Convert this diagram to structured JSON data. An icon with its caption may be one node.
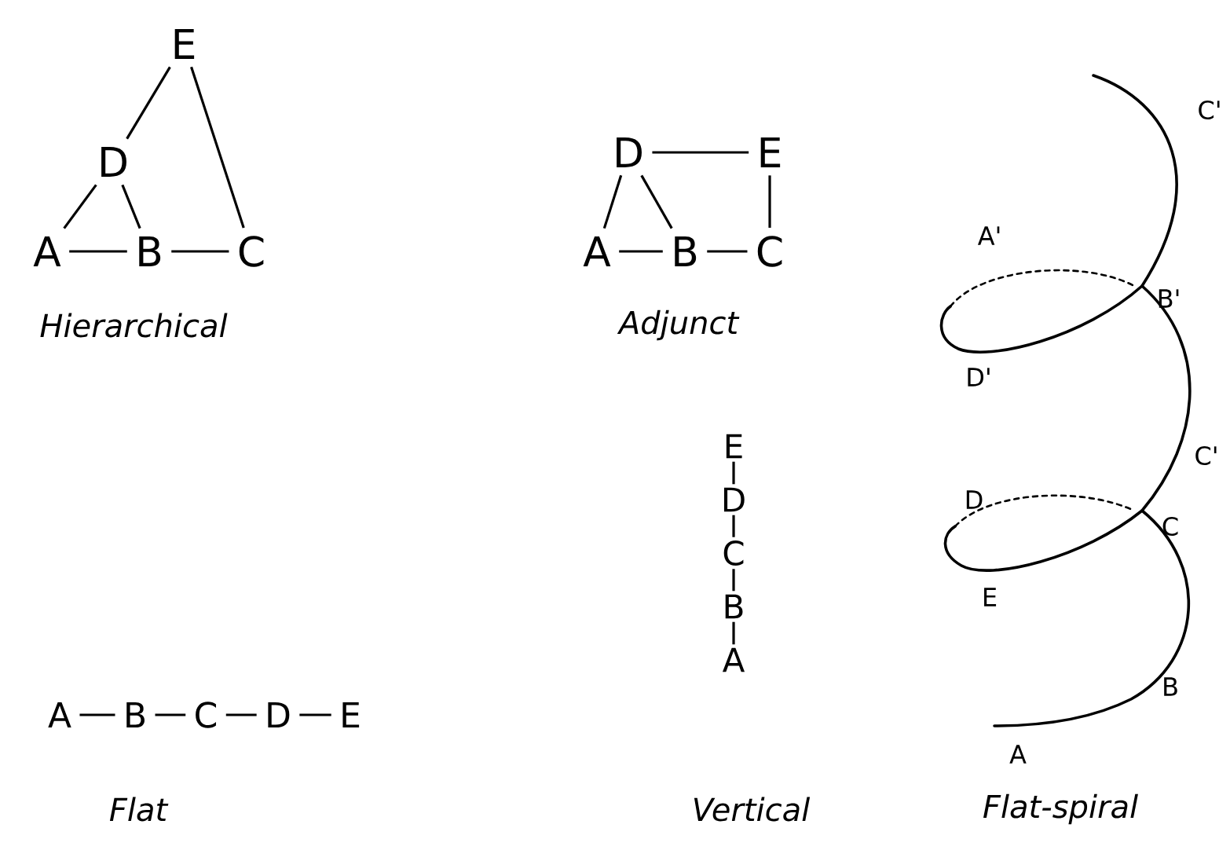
{
  "diagram": {
    "nodes": [
      {
        "text": [
          "E"
        ]
      },
      {
        "text": [
          "D"
        ]
      },
      {
        "text": [
          "A"
        ]
      },
      {
        "text": [
          "B"
        ]
      },
      {
        "text": [
          "C"
        ]
      },
      {
        "text": [
          "D"
        ]
      },
      {
        "text": [
          "E"
        ]
      },
      {
        "text": [
          "A"
        ]
      },
      {
        "text": [
          "B"
        ]
      },
      {
        "text": [
          "C"
        ]
      },
      {
        "text": [
          "E"
        ]
      },
      {
        "text": [
          "D"
        ]
      },
      {
        "text": [
          "C"
        ]
      },
      {
        "text": [
          "B"
        ]
      },
      {
        "text": [
          "A"
        ]
      },
      {
        "text": [
          "A"
        ]
      },
      {
        "text": [
          "B"
        ]
      },
      {
        "text": [
          "C"
        ]
      },
      {
        "text": [
          "D"
        ]
      },
      {
        "text": [
          "E"
        ]
      }
    ],
    "edges": [
      {
        "from": 0,
        "to": 1,
        "arrow": "none"
      },
      {
        "from": 0,
        "to": 4,
        "arrow": "none"
      },
      {
        "from": 1,
        "to": 2,
        "arrow": "none"
      },
      {
        "from": 1,
        "to": 3,
        "arrow": "none"
      },
      {
        "from": 2,
        "to": 3,
        "arrow": "none"
      },
      {
        "from": 3,
        "to": 4,
        "arrow": "none"
      },
      {
        "from": 5,
        "to": 6,
        "arrow": "none"
      },
      {
        "from": 5,
        "to": 7,
        "arrow": "none"
      },
      {
        "from": 5,
        "to": 8,
        "arrow": "none"
      },
      {
        "from": 6,
        "to": 9,
        "arrow": "none"
      },
      {
        "from": 7,
        "to": 8,
        "arrow": "none"
      },
      {
        "from": 8,
        "to": 9,
        "arrow": "none"
      },
      {
        "from": 10,
        "to": 11,
        "arrow": "none"
      },
      {
        "from": 11,
        "to": 12,
        "arrow": "none"
      },
      {
        "from": 12,
        "to": 13,
        "arrow": "none"
      },
      {
        "from": 13,
        "to": 14,
        "arrow": "none"
      },
      {
        "from": 15,
        "to": 16,
        "arrow": "none"
      },
      {
        "from": 16,
        "to": 17,
        "arrow": "none"
      },
      {
        "from": 17,
        "to": 18,
        "arrow": "none"
      },
      {
        "from": 18,
        "to": 19,
        "arrow": "none"
      }
    ],
    "labels": [
      "Hierarchical",
      "Adjunct",
      "C'",
      "A'",
      "B'",
      "D'",
      "C'",
      "D",
      "C",
      "E",
      "Flat",
      "Vertical",
      "B",
      "A",
      "Flat-spiral"
    ]
  }
}
